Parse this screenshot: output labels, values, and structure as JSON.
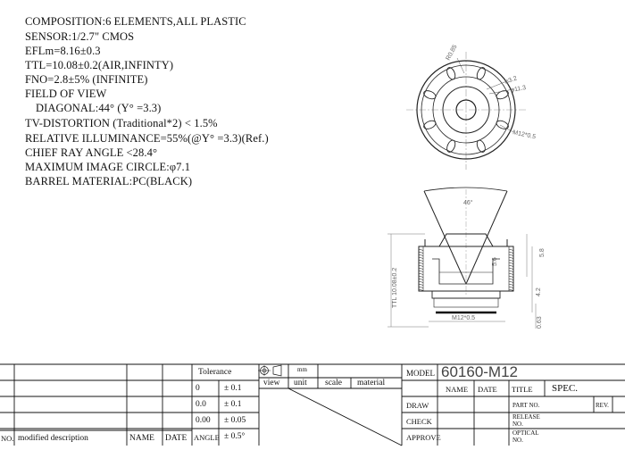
{
  "specs": [
    "COMPOSITION:6 ELEMENTS,ALL PLASTIC",
    "SENSOR:1/2.7\"   CMOS",
    "EFLm=8.16±0.3",
    "TTL=10.08±0.2(AIR,INFINTY)",
    "FNO=2.8±5% (INFINITE)",
    "FIELD OF VIEW",
    "  DIAGONAL:44° (Y° =3.3)",
    "TV-DISTORTION (Traditional*2) < 1.5%",
    "RELATIVE ILLUMINANCE=55%(@Y° =3.3)(Ref.)",
    "CHIEF RAY ANGLE <28.4°",
    "MAXIMUM IMAGE CIRCLE:φ7.1",
    "BARREL MATERIAL:PC(BLACK)"
  ],
  "front_view": {
    "dim_r": "R0.85",
    "dim_hole": "φ3.2",
    "dim_inner": "φ11.3",
    "dim_thread": "M12*0.5"
  },
  "side_view": {
    "angle": "46°",
    "dim_58": "5.8",
    "dim_56": "5.6",
    "dim_ttl": "TTL 10.08±0.2",
    "dim_42": "4.2",
    "dim_063": "0.63",
    "dim_bottom": "M12*0.5"
  },
  "title_block": {
    "tolerance_header": "Tolerance",
    "tol_rows": [
      {
        "label": "0",
        "value": "± 0.1"
      },
      {
        "label": "0.0",
        "value": "± 0.1"
      },
      {
        "label": "0.00",
        "value": "± 0.05"
      },
      {
        "label": "ANGLE",
        "value": "± 0.5°"
      }
    ],
    "unit_symbol": "mm",
    "view_label": "view",
    "unit_label": "unit",
    "scale_label": "scale",
    "material_label": "material",
    "no_label": "NO.",
    "modified_label": "modified description",
    "name_label": "NAME",
    "date_label": "DATE",
    "model_label": "MODEL",
    "model_value": "60160-M12",
    "name_col": "NAME",
    "date_col": "DATE",
    "title_label": "TITLE",
    "title_value": "SPEC.",
    "draw_label": "DRAW",
    "check_label": "CHECK",
    "approve_label": "APPROVE",
    "part_no_label": "PART NO.",
    "rev_label": "REV.",
    "release_label_1": "RELEASE",
    "release_label_2": "NO.",
    "optical_label_1": "OPTICAL",
    "optical_label_2": "NO."
  }
}
